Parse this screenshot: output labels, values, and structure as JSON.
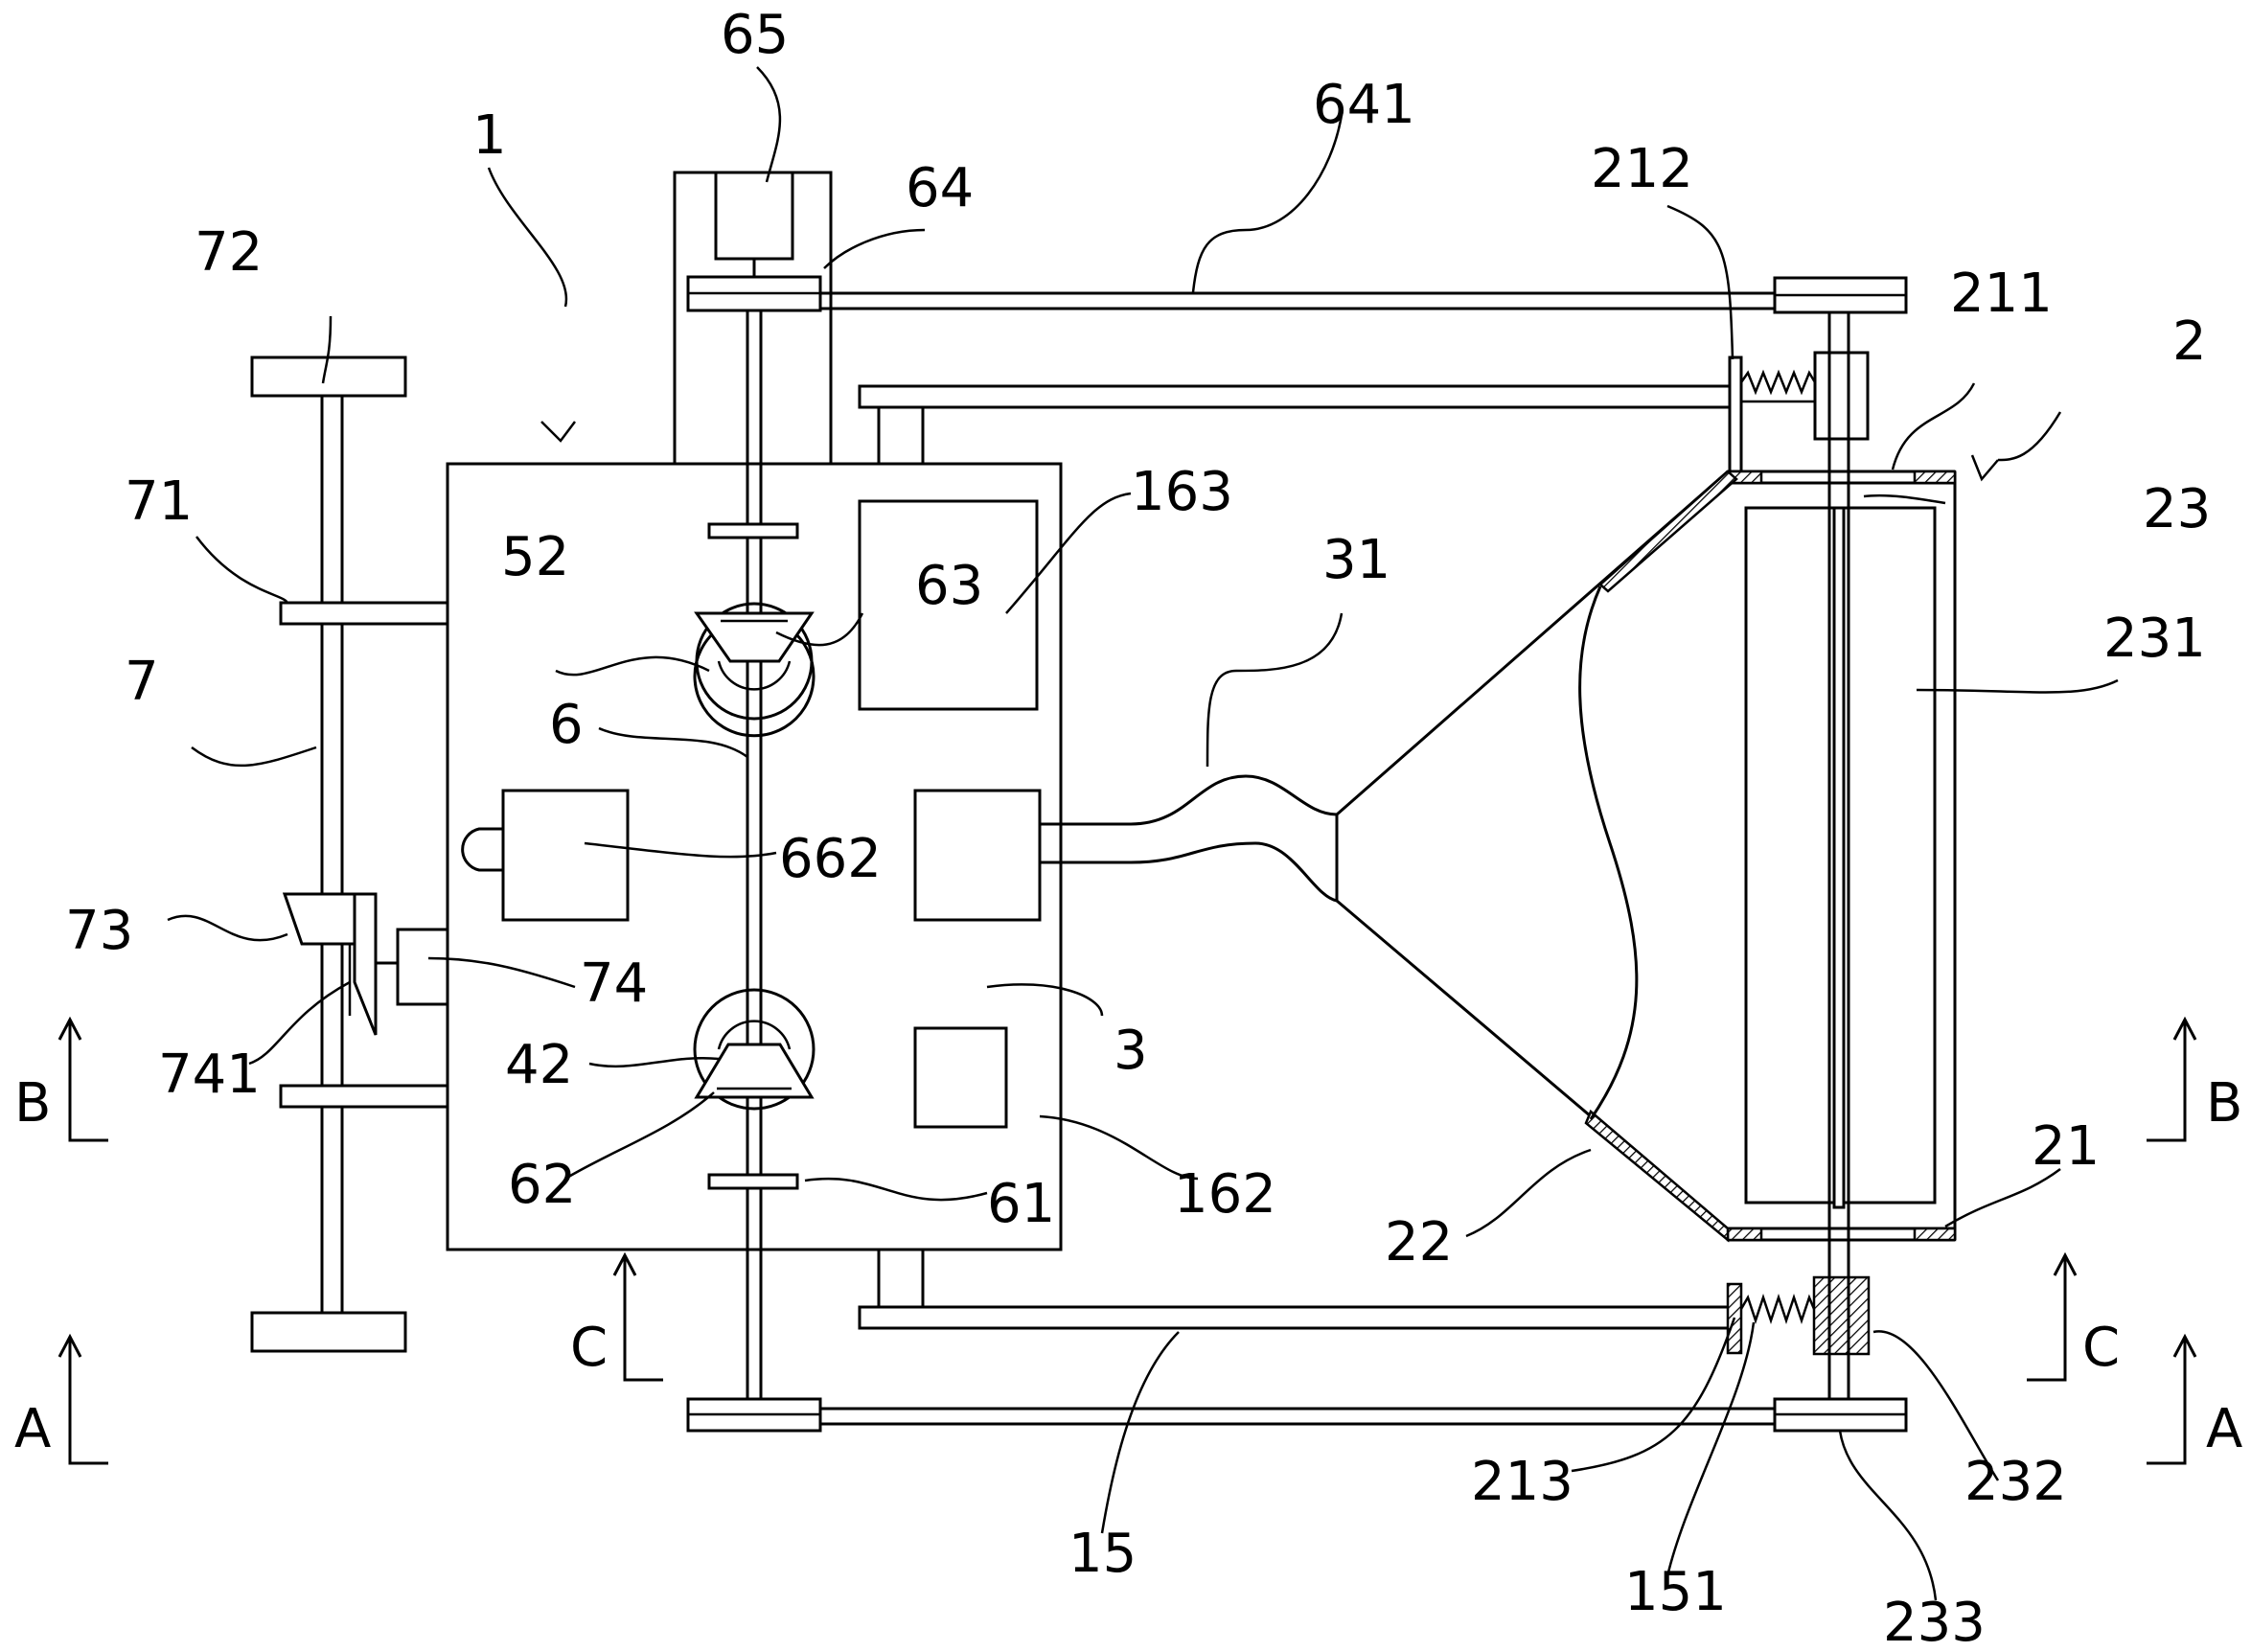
{
  "labels": {
    "l65": "65",
    "l641": "641",
    "l64": "64",
    "l1": "1",
    "l72": "72",
    "l212": "212",
    "l211": "211",
    "l2": "2",
    "l23": "23",
    "l71": "71",
    "l163": "163",
    "l52": "52",
    "l63": "63",
    "l31": "31",
    "l231": "231",
    "l6": "6",
    "l7": "7",
    "l662": "662",
    "l73": "73",
    "l74": "74",
    "l3": "3",
    "l741": "741",
    "l42": "42",
    "lB1": "B",
    "lB2": "B",
    "l21": "21",
    "l62": "62",
    "l61": "61",
    "l162": "162",
    "l22": "22",
    "lC1": "C",
    "lC2": "C",
    "lA1": "A",
    "lA2": "A",
    "l213": "213",
    "l15": "15",
    "l232": "232",
    "l151": "151",
    "l233": "233"
  },
  "colors": {
    "line": "#000000",
    "background": "#ffffff"
  }
}
